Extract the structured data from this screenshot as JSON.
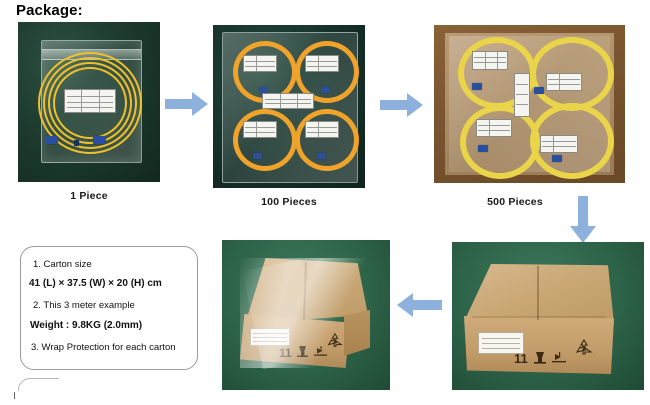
{
  "heading": "Package:",
  "accent_color": "#8db0dd",
  "mat_color": "#1d3b2e",
  "carton_color": "#c29c69",
  "steps": [
    {
      "id": "step-1-piece",
      "caption": "1 Piece"
    },
    {
      "id": "step-100-pieces",
      "caption": "100  Pieces"
    },
    {
      "id": "step-500-pieces",
      "caption": "500  Pieces"
    }
  ],
  "arrows": [
    {
      "id": "arrow-1-to-100",
      "direction": "right"
    },
    {
      "id": "arrow-100-to-500",
      "direction": "right"
    },
    {
      "id": "arrow-500-to-carton",
      "direction": "down"
    },
    {
      "id": "arrow-carton-to-wrapped",
      "direction": "left"
    }
  ],
  "info": {
    "line1": "1.   Carton size",
    "line2": "41 (L) × 37.5 (W) × 20 (H)  cm",
    "line3": "2.   This  3 meter example",
    "line4": "Weight : 9.8KG    (2.0mm)",
    "line5": "3.  Wrap Protection for each carton"
  },
  "photos": {
    "p1_alt": "single fiber patch cord coiled in a zip bag on a green mat",
    "p2_alt": "four bundles of orange patch cords in a large zip bag",
    "p3_alt": "carton box filled with four coiled bundles of yellow patch cords",
    "p4_alt": "closed brown carton box on a green mat",
    "p5_alt": "carton box wrapped in stretch film on a green mat"
  }
}
